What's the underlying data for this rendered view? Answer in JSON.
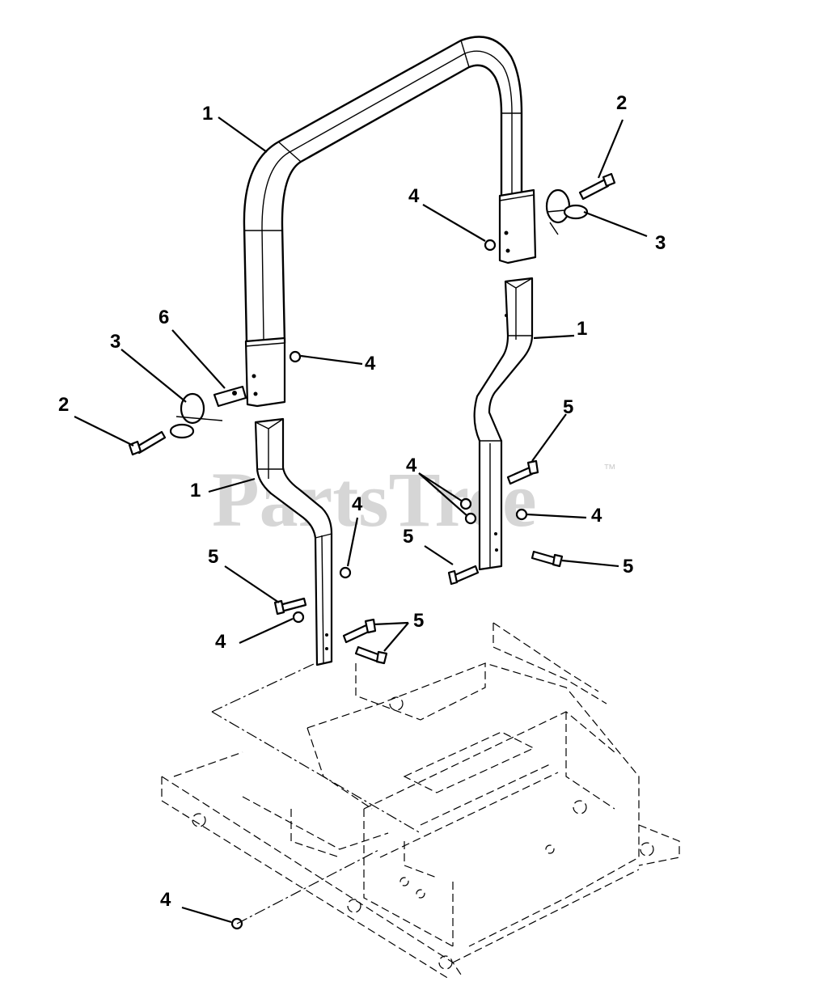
{
  "watermark": {
    "text": "PartsTree",
    "trademark": "™"
  },
  "callouts": {
    "c1_top": "1",
    "c2_right": "2",
    "c3_right": "3",
    "c4_top": "4",
    "c1_right": "1",
    "c6_left": "6",
    "c3_left": "3",
    "c4_left_upper": "4",
    "c2_left": "2",
    "c5_right_upper": "5",
    "c4_right_pair": "4",
    "c1_left": "1",
    "c4_left_mid": "4",
    "c4_right_nut": "4",
    "c5_right_mid": "5",
    "c5_left": "5",
    "c5_right_lower": "5",
    "c4_left_lower": "4",
    "c5_center": "5",
    "c4_bottom": "4"
  }
}
